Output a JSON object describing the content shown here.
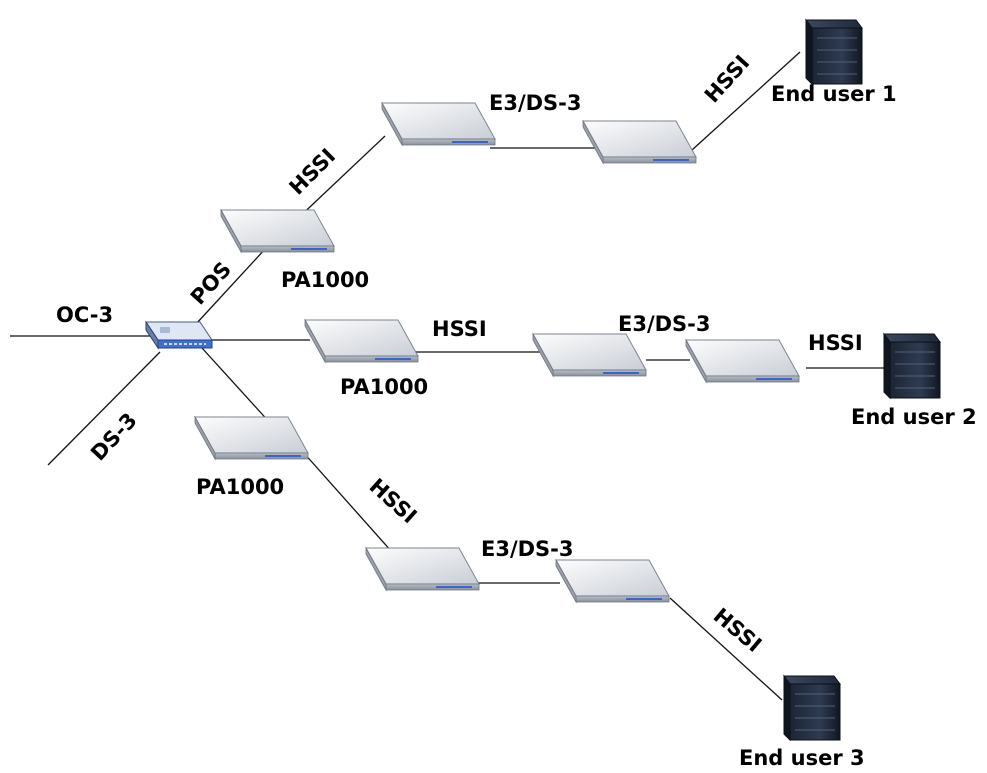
{
  "labels": {
    "oc3": "OC-3",
    "ds3": "DS-3",
    "pos": "POS",
    "hssi_top_left": "HSSI",
    "e3_top": "E3/DS-3",
    "hssi_top_right": "HSSI",
    "end_user_1": "End user 1",
    "pa1000_top": "PA1000",
    "hssi_mid_left": "HSSI",
    "e3_mid": "E3/DS-3",
    "hssi_mid_right": "HSSI",
    "pa1000_mid": "PA1000",
    "end_user_2": "End user 2",
    "pa1000_bottom": "PA1000",
    "hssi_bottom_left": "HSSI",
    "e3_bottom": "E3/DS-3",
    "hssi_bottom_right": "HSSI",
    "end_user_3": "End user 3"
  }
}
